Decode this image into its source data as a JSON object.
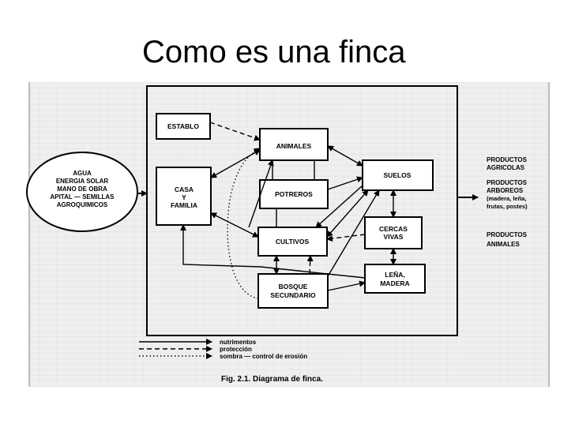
{
  "slide": {
    "title": "Como es una finca"
  },
  "diagram": {
    "nodes": {
      "establo": "ESTABLO",
      "animales": "ANIMALES",
      "casa_l1": "CASA",
      "casa_l2": "Y",
      "casa_l3": "FAMILIA",
      "potreros": "POTREROS",
      "suelos": "SUELOS",
      "cultivos": "CULTIVOS",
      "cercas_l1": "CERCAS",
      "cercas_l2": "VIVAS",
      "bosque_l1": "BOSQUE",
      "bosque_l2": "SECUNDARIO",
      "lena_l1": "LEÑA,",
      "lena_l2": "MADERA"
    },
    "inputs": {
      "l1": "AGUA",
      "l2": "ENERGIA SOLAR",
      "l3": "MANO DE OBRA",
      "l4": "APITAL — SEMILLAS",
      "l5": "AGROQUIMICOS"
    },
    "outputs": {
      "agricolas_l1": "PRODUCTOS",
      "agricolas_l2": "AGRICOLAS",
      "arboreos_l1": "PRODUCTOS",
      "arboreos_l2": "ARBOREOS",
      "arboreos_l3": "(madera, leña,",
      "arboreos_l4": "frutas, postes)",
      "animales_l1": "PRODUCTOS",
      "animales_l2": "ANIMALES"
    },
    "legend": {
      "nutrimentos": "nutrimentos",
      "proteccion": "protección",
      "sombra": "sombra — control de erosión"
    },
    "caption": "Fig. 2.1.   Diagrama de finca."
  }
}
